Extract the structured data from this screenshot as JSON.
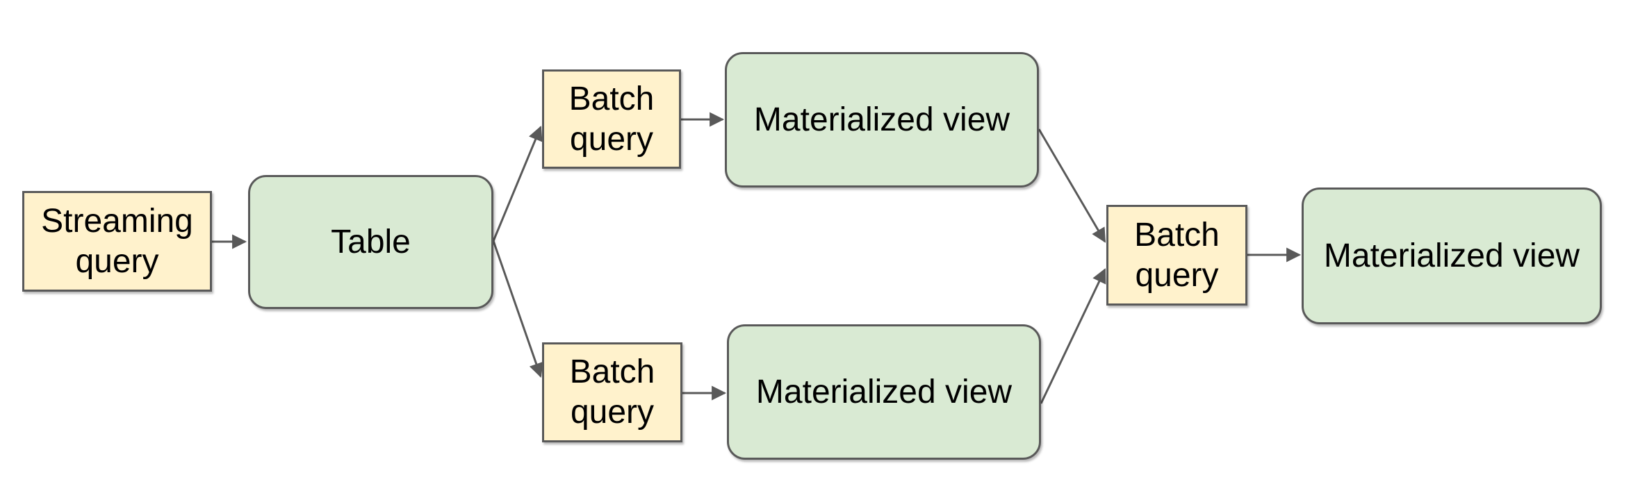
{
  "diagram": {
    "nodes": [
      {
        "id": "streaming-query",
        "label": "Streaming query",
        "shape": "rectangle",
        "fill": "#FFF2CC"
      },
      {
        "id": "table",
        "label": "Table",
        "shape": "rounded-rectangle",
        "fill": "#D9EAD3"
      },
      {
        "id": "batch-query-top",
        "label": "Batch query",
        "shape": "rectangle",
        "fill": "#FFF2CC"
      },
      {
        "id": "materialized-view-top",
        "label": "Materialized view",
        "shape": "rounded-rectangle",
        "fill": "#D9EAD3"
      },
      {
        "id": "batch-query-bottom",
        "label": "Batch query",
        "shape": "rectangle",
        "fill": "#FFF2CC"
      },
      {
        "id": "materialized-view-bottom",
        "label": "Materialized view",
        "shape": "rounded-rectangle",
        "fill": "#D9EAD3"
      },
      {
        "id": "batch-query-merge",
        "label": "Batch query",
        "shape": "rectangle",
        "fill": "#FFF2CC"
      },
      {
        "id": "materialized-view-final",
        "label": "Materialized view",
        "shape": "rounded-rectangle",
        "fill": "#D9EAD3"
      }
    ],
    "edges": [
      {
        "from": "streaming-query",
        "to": "table"
      },
      {
        "from": "table",
        "to": "batch-query-top"
      },
      {
        "from": "table",
        "to": "batch-query-bottom"
      },
      {
        "from": "batch-query-top",
        "to": "materialized-view-top"
      },
      {
        "from": "batch-query-bottom",
        "to": "materialized-view-bottom"
      },
      {
        "from": "materialized-view-top",
        "to": "batch-query-merge"
      },
      {
        "from": "materialized-view-bottom",
        "to": "batch-query-merge"
      },
      {
        "from": "batch-query-merge",
        "to": "materialized-view-final"
      }
    ],
    "colors": {
      "query_fill": "#FFF2CC",
      "view_fill": "#D9EAD3",
      "border": "#595959",
      "arrow": "#595959",
      "text": "#000000",
      "background": "#FFFFFF"
    }
  }
}
